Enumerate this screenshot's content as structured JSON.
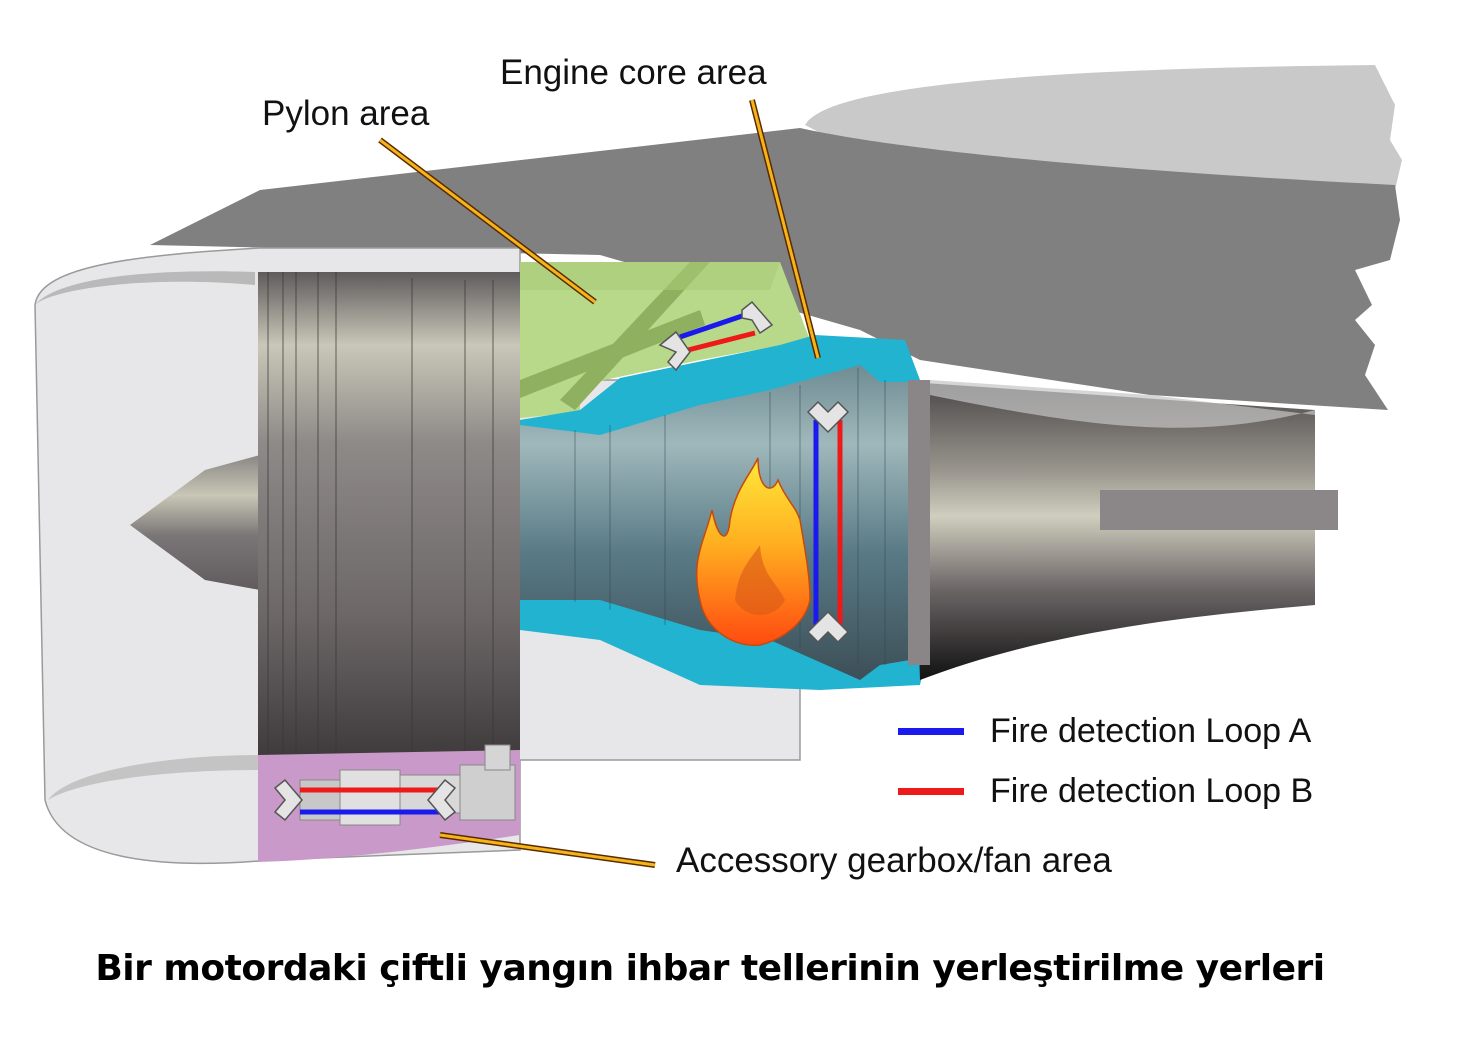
{
  "labels": {
    "engine_core": "Engine core area",
    "pylon": "Pylon area",
    "accessory": "Accessory gearbox/fan area"
  },
  "legend": [
    {
      "label": "Fire detection Loop A",
      "color": "#1a1aee"
    },
    {
      "label": "Fire detection Loop B",
      "color": "#ee1a1a"
    }
  ],
  "caption": "Bir motordaki çiftli yangın ihbar tellerinin yerleştirilme yerleri",
  "colors": {
    "pylon_zone": "#b8d98a",
    "core_zone": "#22b3d0",
    "accessory_zone": "#c99ac9",
    "nacelle": "#e6e6e8",
    "wing_upper": "#c8c8c8",
    "wing_lower": "#7f7f7f",
    "leader_line": "#f2a818"
  }
}
